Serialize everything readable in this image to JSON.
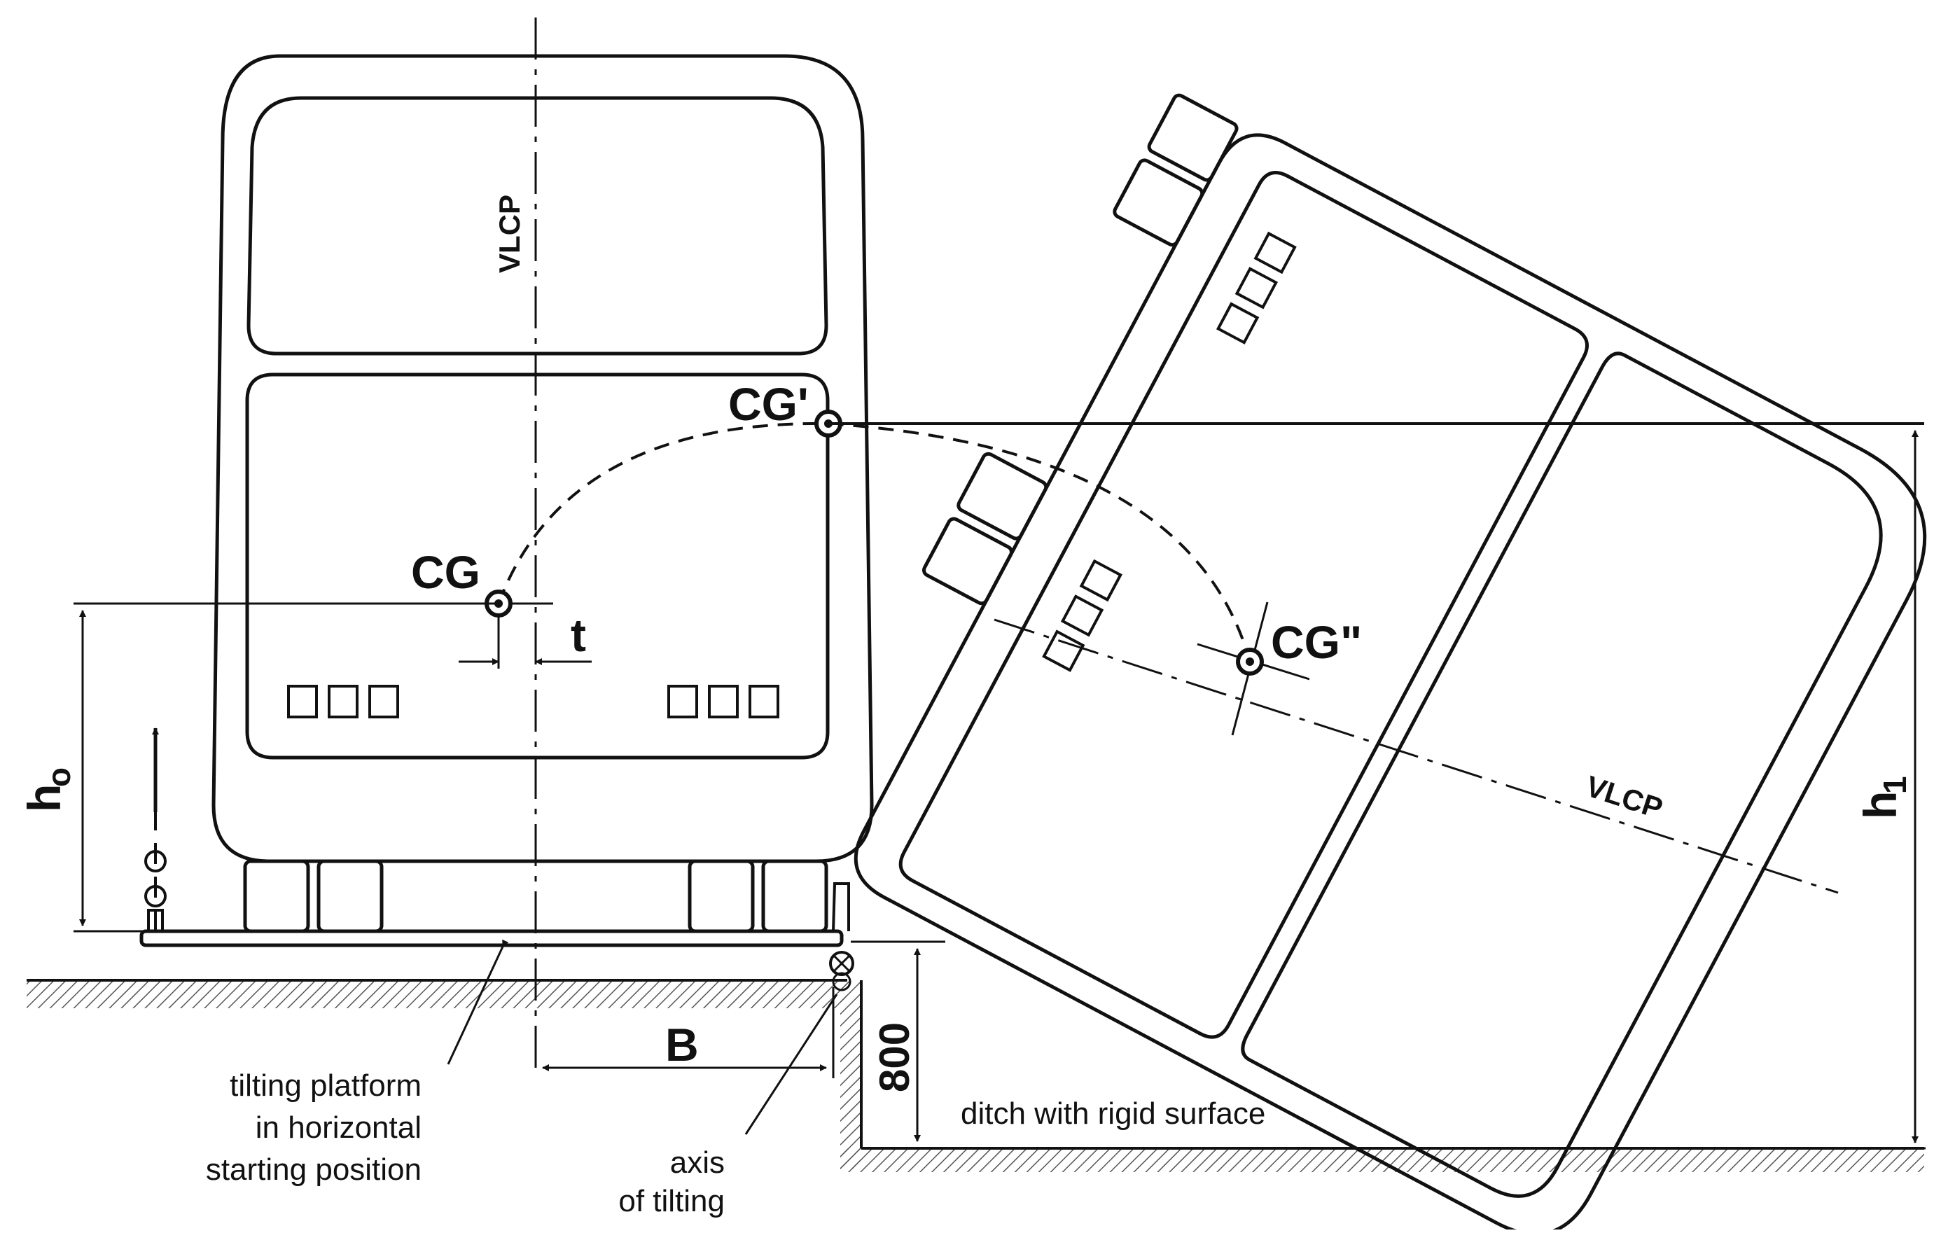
{
  "labels": {
    "vlcp_upright": "VLCP",
    "vlcp_tilted": "VLCP",
    "cg": "CG",
    "cg_prime": "CG'",
    "cg_double_prime": "CG\"",
    "t": "t",
    "h0": "h",
    "h0_sub": "o",
    "h1": "h",
    "h1_sub": "1",
    "b": "B",
    "depth_800": "800",
    "ditch": "ditch with rigid surface",
    "platform_line1": "tilting platform",
    "platform_line2": "in horizontal",
    "platform_line3": "starting position",
    "axis_line1": "axis",
    "axis_line2": "of tilting"
  },
  "colors": {
    "ink": "#111111",
    "ground": "#444444",
    "background": "#ffffff"
  }
}
